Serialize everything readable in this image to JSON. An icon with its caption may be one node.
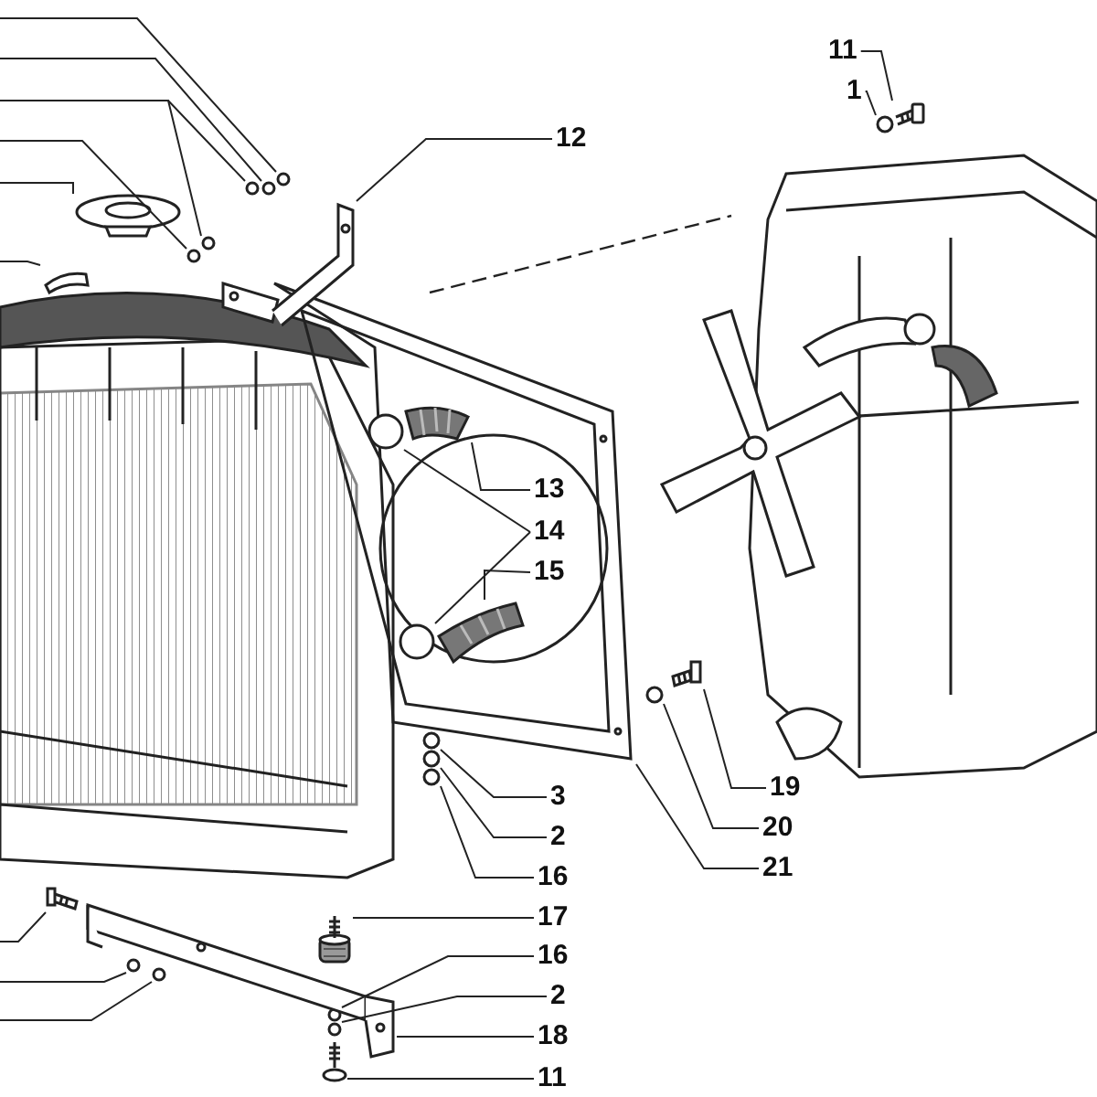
{
  "diagram": {
    "nodes": [
      {
        "text": [
          "11"
        ]
      },
      {
        "text": [
          "1"
        ]
      },
      {
        "text": [
          "12"
        ]
      },
      {
        "text": [
          "13"
        ],
        "in": 29
      },
      {
        "text": [
          "14"
        ],
        "in": 29
      },
      {
        "text": [
          "15"
        ],
        "in": 29
      },
      {
        "text": [
          "3"
        ]
      },
      {
        "text": [
          "2"
        ]
      },
      {
        "text": [
          "16"
        ]
      },
      {
        "text": [
          "19"
        ]
      },
      {
        "text": [
          "20"
        ]
      },
      {
        "text": [
          "21"
        ]
      },
      {
        "text": [
          "17"
        ]
      },
      {
        "text": [
          "16"
        ]
      },
      {
        "text": [
          "2"
        ]
      },
      {
        "text": [
          "18"
        ]
      },
      {
        "text": [
          "11"
        ]
      },
      {
        "text": [],
        "shape": "picture"
      },
      {
        "text": [],
        "shape": "circle"
      },
      {
        "text": [],
        "shape": "picture"
      },
      {
        "text": [],
        "shape": "picture",
        "in": 29
      },
      {
        "text": [],
        "shape": "circle",
        "in": 29
      },
      {
        "text": [],
        "shape": "circle",
        "in": 29
      },
      {
        "text": [],
        "shape": "picture",
        "in": 29
      },
      {
        "text": [],
        "shape": "circle"
      },
      {
        "text": [],
        "shape": "circle"
      },
      {
        "text": [],
        "shape": "circle"
      },
      {
        "text": [],
        "shape": "picture"
      },
      {
        "text": [],
        "shape": "circle"
      },
      {
        "text": [],
        "shape": "picture"
      },
      {
        "text": [],
        "shape": "picture"
      },
      {
        "text": [],
        "shape": "circle"
      },
      {
        "text": [],
        "shape": "circle"
      },
      {
        "text": [],
        "shape": "picture"
      },
      {
        "text": [],
        "shape": "picture"
      },
      {
        "text": [],
        "shape": "circle"
      },
      {
        "text": [],
        "shape": "circle"
      },
      {
        "text": [],
        "shape": "circle"
      },
      {
        "text": [],
        "shape": "circle"
      },
      {
        "text": [],
        "shape": "circle"
      },
      {
        "text": [],
        "shape": "picture"
      },
      {
        "text": [],
        "shape": "picture"
      },
      {
        "text": [],
        "shape": "picture"
      },
      {
        "text": [],
        "shape": "circle"
      },
      {
        "text": [],
        "shape": "circle"
      }
    ],
    "edges": [
      {
        "from": 0,
        "to": 17,
        "arrow": "none"
      },
      {
        "from": 1,
        "to": 18,
        "arrow": "none"
      },
      {
        "from": 2,
        "to": 19,
        "arrow": "none"
      },
      {
        "from": 3,
        "to": 20,
        "arrow": "none"
      },
      {
        "from": 4,
        "to": 21,
        "arrow": "none"
      },
      {
        "from": 4,
        "to": 22,
        "arrow": "none"
      },
      {
        "from": 5,
        "to": 23,
        "arrow": "none"
      },
      {
        "from": 6,
        "to": 24,
        "arrow": "none"
      },
      {
        "from": 7,
        "to": 25,
        "arrow": "none"
      },
      {
        "from": 8,
        "to": 26,
        "arrow": "none"
      },
      {
        "from": 9,
        "to": 27,
        "arrow": "none"
      },
      {
        "from": 10,
        "to": 28,
        "arrow": "none"
      },
      {
        "from": 11,
        "to": 29,
        "arrow": "none"
      },
      {
        "from": 12,
        "to": 30,
        "arrow": "none"
      },
      {
        "from": 13,
        "to": 31,
        "arrow": "none"
      },
      {
        "from": 14,
        "to": 32,
        "arrow": "none"
      },
      {
        "from": 15,
        "to": 33,
        "arrow": "none"
      },
      {
        "from": 16,
        "to": 34,
        "arrow": "none"
      },
      {
        "from": null,
        "to": 35,
        "arrow": "none"
      },
      {
        "from": null,
        "to": 36,
        "arrow": "none"
      },
      {
        "from": null,
        "to": 37,
        "arrow": "none"
      },
      {
        "from": null,
        "to": 38,
        "arrow": "none"
      },
      {
        "from": null,
        "to": 39,
        "arrow": "none"
      },
      {
        "from": null,
        "to": 40,
        "arrow": "none"
      },
      {
        "from": null,
        "to": 41,
        "arrow": "none"
      },
      {
        "from": null,
        "to": 42,
        "arrow": "none"
      },
      {
        "from": null,
        "to": 43,
        "arrow": "none"
      },
      {
        "from": null,
        "to": 44,
        "arrow": "none"
      }
    ]
  }
}
